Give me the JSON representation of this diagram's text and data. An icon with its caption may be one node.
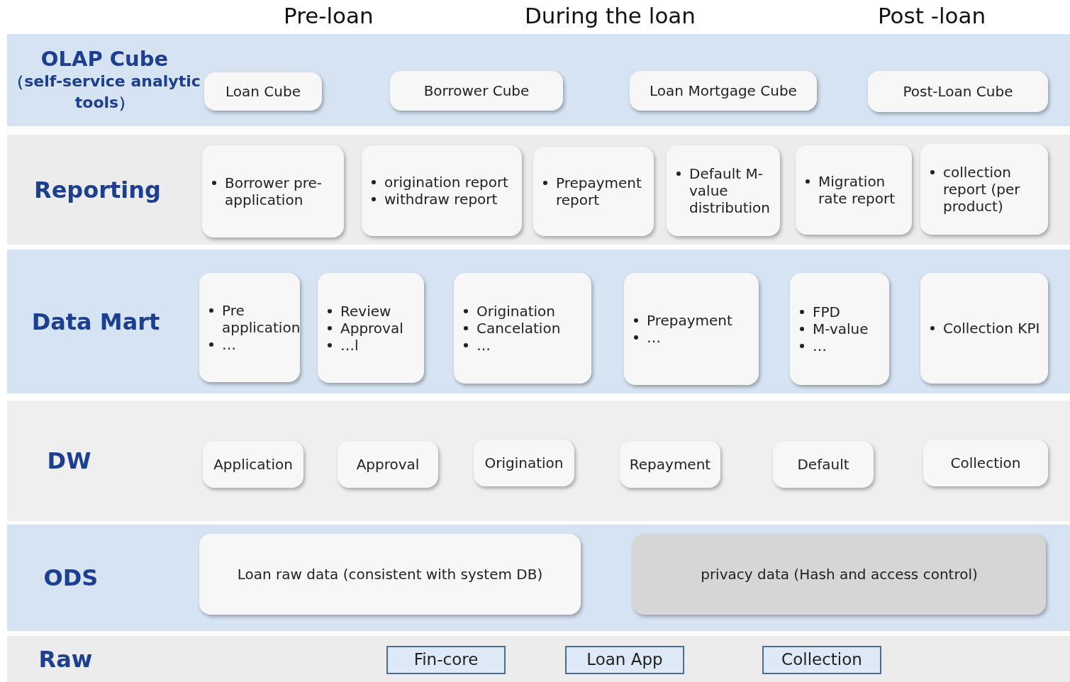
{
  "diagram": {
    "nodes": [
      {
        "text": [
          "OLAP Cube",
          "（self-service analytic tools）"
        ]
      },
      {
        "text": [
          "Loan Cube"
        ],
        "in": 0
      },
      {
        "text": [
          "Borrower Cube"
        ],
        "in": 0
      },
      {
        "text": [
          "Loan Mortgage Cube"
        ],
        "in": 0
      },
      {
        "text": [
          "Post-Loan Cube"
        ],
        "in": 0
      },
      {
        "text": [
          "Reporting"
        ]
      },
      {
        "text": [
          "Borrower pre-application"
        ],
        "in": 5
      },
      {
        "text": [
          "origination report",
          "withdraw report"
        ],
        "in": 5
      },
      {
        "text": [
          "Prepayment report"
        ],
        "in": 5
      },
      {
        "text": [
          "Default M-value distribution"
        ],
        "in": 5
      },
      {
        "text": [
          "Migration rate report"
        ],
        "in": 5
      },
      {
        "text": [
          "collection report (per product)"
        ],
        "in": 5
      },
      {
        "text": [
          "Data Mart"
        ]
      },
      {
        "text": [
          "Pre application",
          "…"
        ],
        "in": 12
      },
      {
        "text": [
          "Review",
          "Approval",
          "…l"
        ],
        "in": 12
      },
      {
        "text": [
          "Origination",
          "Cancelation",
          "…"
        ],
        "in": 12
      },
      {
        "text": [
          "Prepayment",
          "…"
        ],
        "in": 12
      },
      {
        "text": [
          "FPD",
          "M-value",
          "…"
        ],
        "in": 12
      },
      {
        "text": [
          "Collection KPI"
        ],
        "in": 12
      },
      {
        "text": [
          "DW"
        ]
      },
      {
        "text": [
          "Application"
        ],
        "in": 19
      },
      {
        "text": [
          "Approval"
        ],
        "in": 19
      },
      {
        "text": [
          "Origination"
        ],
        "in": 19
      },
      {
        "text": [
          "Repayment"
        ],
        "in": 19
      },
      {
        "text": [
          "Default"
        ],
        "in": 19
      },
      {
        "text": [
          "Collection"
        ],
        "in": 19
      },
      {
        "text": [
          "ODS"
        ]
      },
      {
        "text": [
          "Loan raw data (consistent with system DB)"
        ],
        "in": 26
      },
      {
        "text": [
          "privacy data (Hash and access control)"
        ],
        "in": 26
      },
      {
        "text": [
          "Raw"
        ]
      },
      {
        "text": [
          "Fin-core"
        ],
        "in": 29
      },
      {
        "text": [
          "Loan App"
        ],
        "in": 29
      },
      {
        "text": [
          "Collection"
        ],
        "in": 29
      }
    ],
    "edges": [],
    "labels": [
      "Pre-loan",
      "During the loan",
      "Post -loan"
    ]
  }
}
